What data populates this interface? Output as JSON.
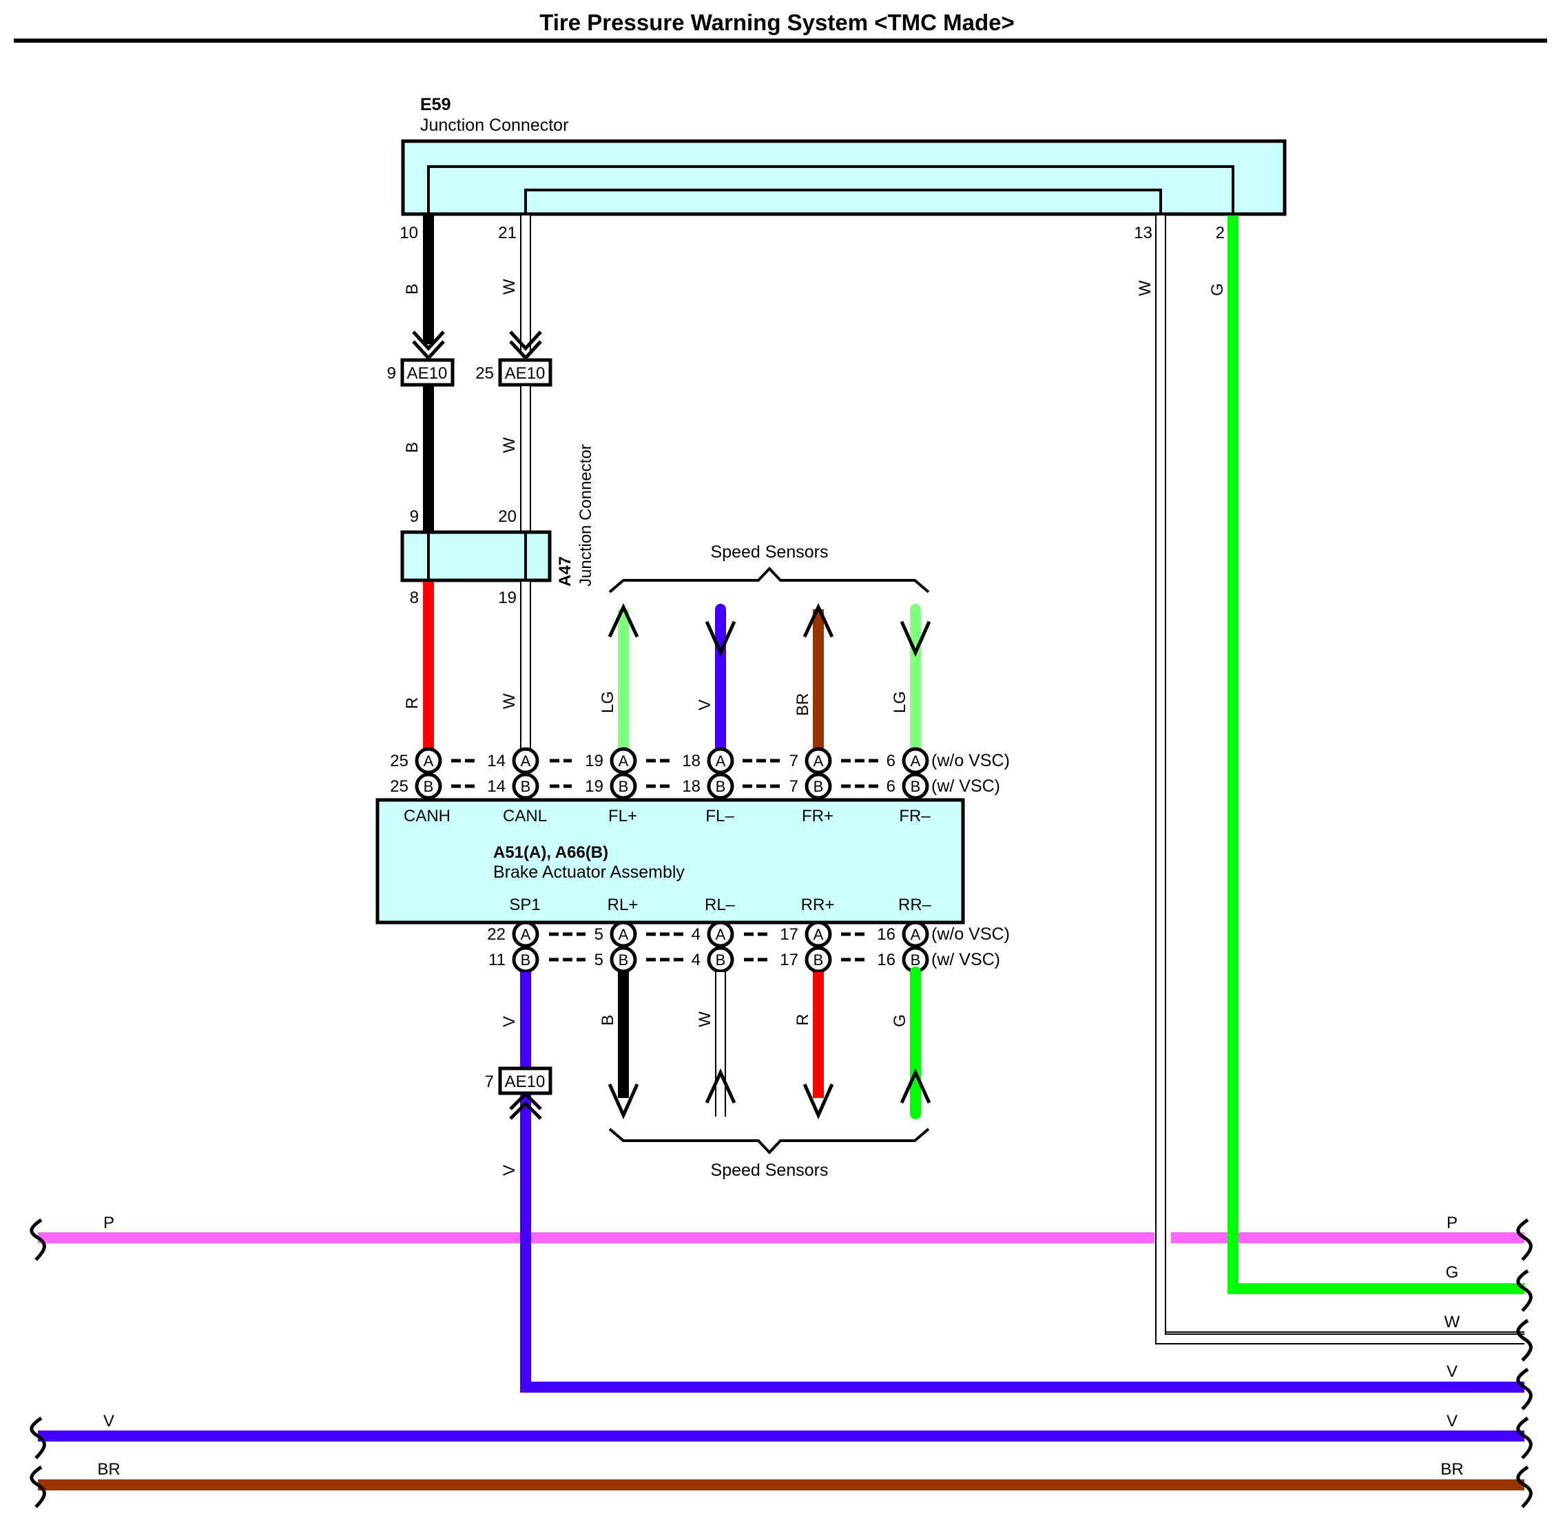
{
  "title": "Tire Pressure Warning System <TMC Made>",
  "colors": {
    "box_fill": "#ccffff",
    "B": "#000000",
    "W": "#ffffff",
    "G": "#00ff00",
    "LG": "#80ff80",
    "V": "#4400ff",
    "BR": "#993300",
    "R": "#ff0000",
    "P": "#ff66ff"
  },
  "e59": {
    "code": "E59",
    "name": "Junction Connector",
    "pins": [
      "10",
      "21",
      "13",
      "2"
    ]
  },
  "ae10": {
    "label": "AE10",
    "pins": [
      "9",
      "25",
      "7"
    ]
  },
  "a47": {
    "code": "A47",
    "name": "Junction Connector",
    "pins_top": [
      "9",
      "20"
    ],
    "pins_bottom": [
      "8",
      "19"
    ]
  },
  "actuator": {
    "codes": "A51(A), A66(B)",
    "name": "Brake Actuator Assembly",
    "top_terms": [
      "CANH",
      "CANL",
      "FL+",
      "FL–",
      "FR+",
      "FR–"
    ],
    "bottom_terms": [
      "SP1",
      "RL+",
      "RL–",
      "RR+",
      "RR–"
    ],
    "top_pins_a": [
      "25",
      "14",
      "19",
      "18",
      "7",
      "6"
    ],
    "top_pins_b": [
      "25",
      "14",
      "19",
      "18",
      "7",
      "6"
    ],
    "bottom_pins_a": [
      "22",
      "5",
      "4",
      "17",
      "16"
    ],
    "bottom_pins_b": [
      "11",
      "5",
      "4",
      "17",
      "16"
    ],
    "conn_a": "A",
    "conn_b": "B",
    "note_a": "(w/o VSC)",
    "note_b": "(w/ VSC)"
  },
  "speed_sensors": "Speed Sensors",
  "wire_labels": {
    "e59_10": "B",
    "e59_21": "W",
    "e59_13": "W",
    "e59_2": "G",
    "ae_b": "B",
    "ae_w": "W",
    "a47_8": "R",
    "a47_19": "W",
    "fl_plus": "LG",
    "fl_minus": "V",
    "fr_plus": "BR",
    "fr_minus": "LG",
    "sp1": "V",
    "rl_plus": "B",
    "rl_minus": "W",
    "rr_plus": "R",
    "rr_minus": "G",
    "sp1_lower": "V"
  },
  "buses": {
    "p_left": "P",
    "p_right": "P",
    "g_right": "G",
    "w_right": "W",
    "v_right": "V",
    "v2_left": "V",
    "v2_right": "V",
    "br_left": "BR",
    "br_right": "BR"
  }
}
